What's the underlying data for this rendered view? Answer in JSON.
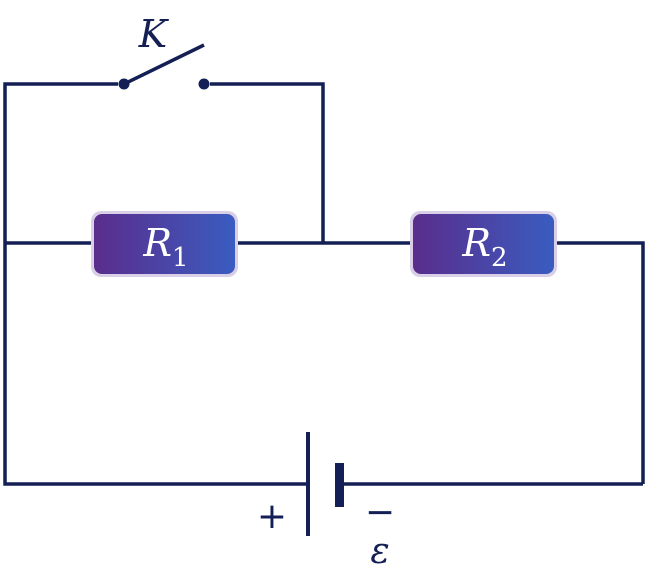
{
  "circuit": {
    "switch_label": "K",
    "resistors": [
      {
        "symbol": "R",
        "subscript": "1"
      },
      {
        "symbol": "R",
        "subscript": "2"
      }
    ],
    "battery": {
      "plus_sign": "+",
      "minus_sign": "−",
      "emf_symbol": "ε"
    },
    "colors": {
      "wire": "#142055",
      "resistor_gradient_start": "#5a2d8c",
      "resistor_gradient_end": "#3a5cc0",
      "resistor_border": "#d9cfe6"
    }
  }
}
